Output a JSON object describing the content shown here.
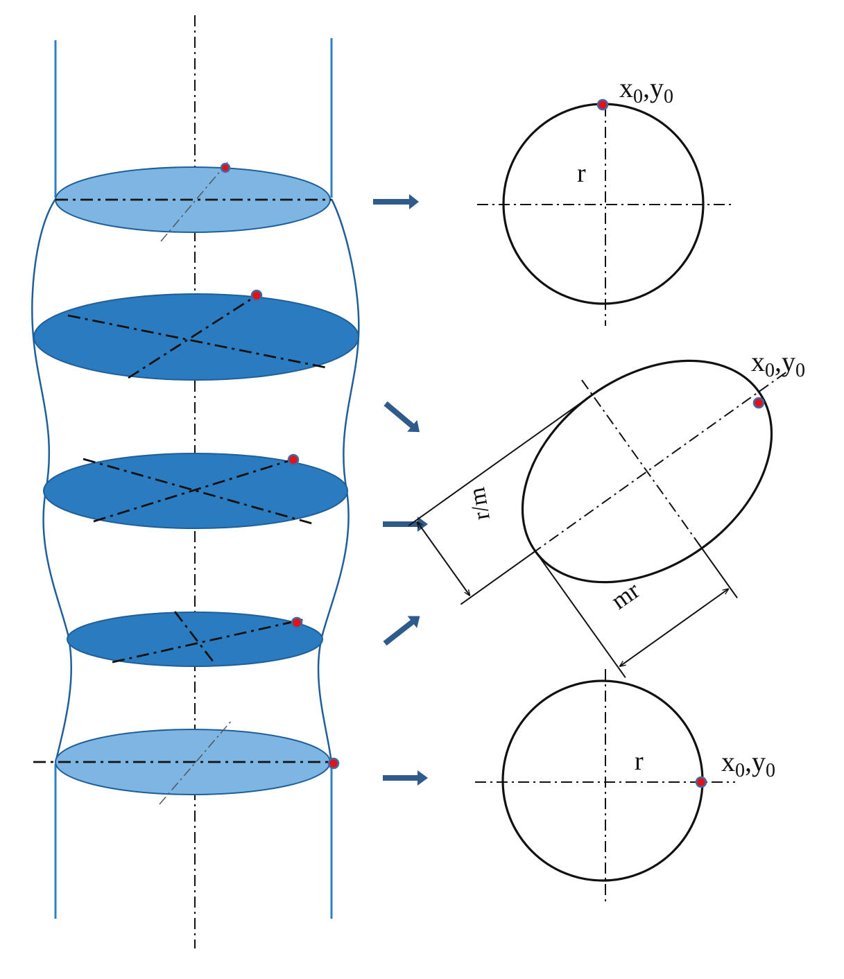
{
  "labels": {
    "point_top": "x",
    "point_mid": "x",
    "point_bot": "x",
    "point_sub_x": "0",
    "point_sub_y": "0",
    "point_sep": ",y",
    "radius_top": "r",
    "radius_bottom": "r",
    "minor_axis": "r/m",
    "major_axis": "mr"
  },
  "colors": {
    "pipe_wall": "#2e7fc4",
    "bulge_outline": "#1f5f99",
    "end_section_fill": "#7db5e3",
    "deformed_section_fill": "#2a7bbf",
    "arrow": "#2f5a8c",
    "marker_point": "#e0121b",
    "marker_ring": "#3a6ea8",
    "line": "#111111"
  },
  "sections": [
    {
      "id": "top-end",
      "shape": "circle"
    },
    {
      "id": "section-2",
      "shape": "ellipse"
    },
    {
      "id": "section-3",
      "shape": "ellipse"
    },
    {
      "id": "section-4",
      "shape": "ellipse"
    },
    {
      "id": "bottom-end",
      "shape": "circle"
    }
  ]
}
